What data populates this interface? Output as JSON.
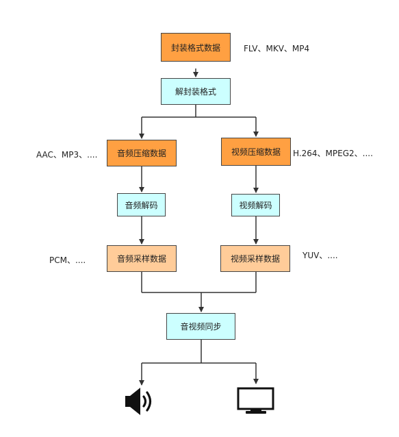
{
  "nodes": {
    "container_data": "封装格式数据",
    "demux": "解封装格式",
    "audio_compressed": "音频压缩数据",
    "video_compressed": "视频压缩数据",
    "audio_decode": "音频解码",
    "video_decode": "视频解码",
    "audio_sampled": "音频采样数据",
    "video_sampled": "视频采样数据",
    "av_sync": "音视频同步"
  },
  "notes": {
    "container_formats": "FLV、MKV、MP4",
    "audio_codecs": "AAC、MP3、....",
    "video_codecs": "H.264、MPEG2、....",
    "audio_samples": "PCM、....",
    "video_samples": "YUV、...."
  },
  "icons": {
    "speaker": "speaker-icon",
    "monitor": "monitor-icon"
  },
  "colors": {
    "orange": "#ffa042",
    "light_orange": "#ffcc99",
    "cyan": "#ccffff",
    "line": "#333333"
  }
}
